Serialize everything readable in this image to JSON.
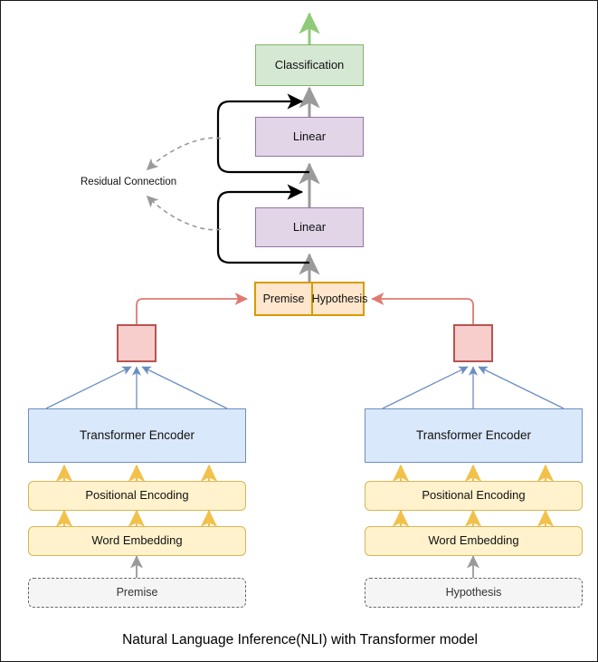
{
  "diagram": {
    "caption": "Natural Language Inference(NLI) with Transformer model",
    "residual_label": "Residual Connection",
    "nodes": {
      "classification": "Classification",
      "linear_top": "Linear",
      "linear_bottom": "Linear",
      "premise_cell": "Premise",
      "hypothesis_cell": "Hypothesis",
      "encoder_left": "Transformer Encoder",
      "encoder_right": "Transformer Encoder",
      "positional_left": "Positional Encoding",
      "positional_right": "Positional Encoding",
      "embedding_left": "Word Embedding",
      "embedding_right": "Word Embedding",
      "input_left": "Premise",
      "input_right": "Hypothesis",
      "pool_left": "",
      "pool_right": ""
    },
    "colors": {
      "green_fill": "#d5e8d4",
      "green_stroke": "#82b366",
      "purple_fill": "#e1d5e7",
      "purple_stroke": "#9673a6",
      "orange_fill": "#ffe6cc",
      "orange_stroke": "#d79b00",
      "pink_fill": "#f8cecc",
      "pink_stroke": "#b85450",
      "blue_fill": "#dae8fc",
      "blue_stroke": "#6c8ebf",
      "yellow_fill": "#fff2cc",
      "yellow_stroke": "#d6b656",
      "gray_fill": "#f5f5f5",
      "gray_stroke": "#666666",
      "arrow_gray": "#999999",
      "arrow_black": "#000000",
      "arrow_red": "#e07a70",
      "arrow_dashed": "#999999"
    }
  }
}
